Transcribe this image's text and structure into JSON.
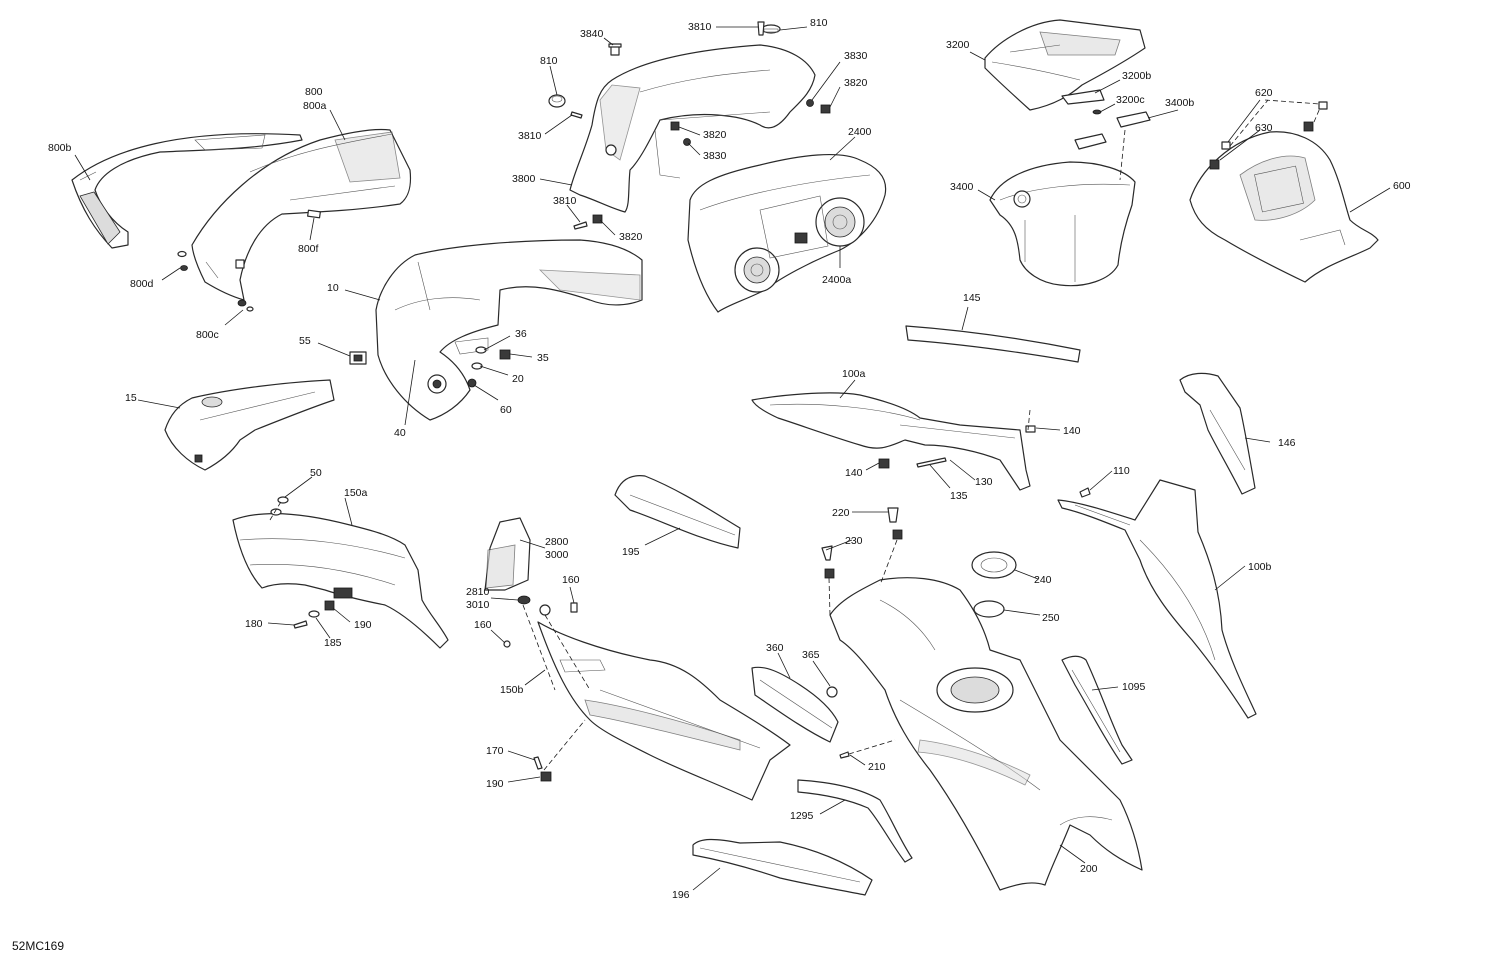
{
  "diagram": {
    "code": "52MC169",
    "labels": {
      "l800": "800",
      "l800a": "800a",
      "l800b": "800b",
      "l800d": "800d",
      "l800f": "800f",
      "l800c": "800c",
      "l3810a": "3810",
      "l3840": "3840",
      "l810a": "810",
      "l3810b": "3810",
      "l810b": "810",
      "l3830a": "3830",
      "l3820a": "3820",
      "l3820b": "3820",
      "l3830b": "3830",
      "l3800": "3800",
      "l3810c": "3810",
      "l3820c": "3820",
      "l2400": "2400",
      "l2400a": "2400a",
      "l3200": "3200",
      "l3200b": "3200b",
      "l3200c": "3200c",
      "l3400b": "3400b",
      "l3400": "3400",
      "l620": "620",
      "l630": "630",
      "l600": "600",
      "l10": "10",
      "l55": "55",
      "l36": "36",
      "l35": "35",
      "l20": "20",
      "l60": "60",
      "l40": "40",
      "l15": "15",
      "l145": "145",
      "l100a": "100a",
      "l140a": "140",
      "l140b": "140",
      "l135": "135",
      "l130": "130",
      "l146": "146",
      "l110": "110",
      "l100b": "100b",
      "l50": "50",
      "l150a": "150a",
      "l180": "180",
      "l185": "185",
      "l190a": "190",
      "l195": "195",
      "l2800": "2800",
      "l3000": "3000",
      "l2810": "2810",
      "l3010": "3010",
      "l160a": "160",
      "l160b": "160",
      "l150b": "150b",
      "l170": "170",
      "l190b": "190",
      "l220": "220",
      "l230": "230",
      "l240": "240",
      "l250": "250",
      "l360": "360",
      "l365": "365",
      "l210": "210",
      "l1095": "1095",
      "l1295": "1295",
      "l200": "200",
      "l196": "196"
    }
  }
}
